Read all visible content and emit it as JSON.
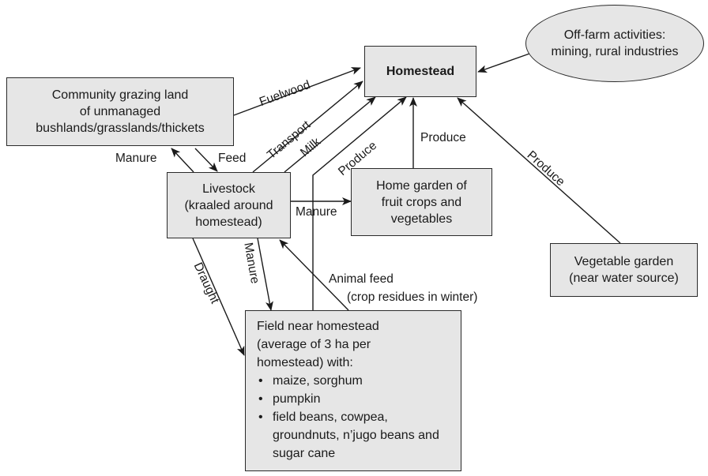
{
  "nodes": {
    "homestead": {
      "label": "Homestead"
    },
    "off_farm": {
      "lines": [
        "Off-farm activities:",
        "mining, rural industries"
      ]
    },
    "community_grazing": {
      "lines": [
        "Community grazing land",
        "of unmanaged",
        "bushlands/grasslands/thickets"
      ]
    },
    "livestock": {
      "lines": [
        "Livestock",
        "(kraaled around",
        "homestead)"
      ]
    },
    "home_garden": {
      "lines": [
        "Home garden of",
        "fruit crops and",
        "vegetables"
      ]
    },
    "vegetable_garden": {
      "lines": [
        "Vegetable garden",
        "(near water source)"
      ]
    },
    "field": {
      "lines": [
        "Field near homestead",
        "(average of 3 ha per",
        "homestead) with:"
      ],
      "bullets": [
        "maize, sorghum",
        "pumpkin",
        "field beans, cowpea, groundnuts, n’jugo beans and sugar cane"
      ]
    }
  },
  "edges": {
    "fuelwood": "Fuelwood",
    "transport": "Transport",
    "milk": "Milk",
    "produce_field": "Produce",
    "produce_home_garden": "Produce",
    "produce_veg_garden": "Produce",
    "manure_to_grazing": "Manure",
    "feed_to_livestock": "Feed",
    "manure_to_home_garden": "Manure",
    "manure_to_field": "Manure",
    "draught": "Draught",
    "animal_feed": "Animal feed",
    "animal_feed_note": "(crop residues in winter)"
  }
}
